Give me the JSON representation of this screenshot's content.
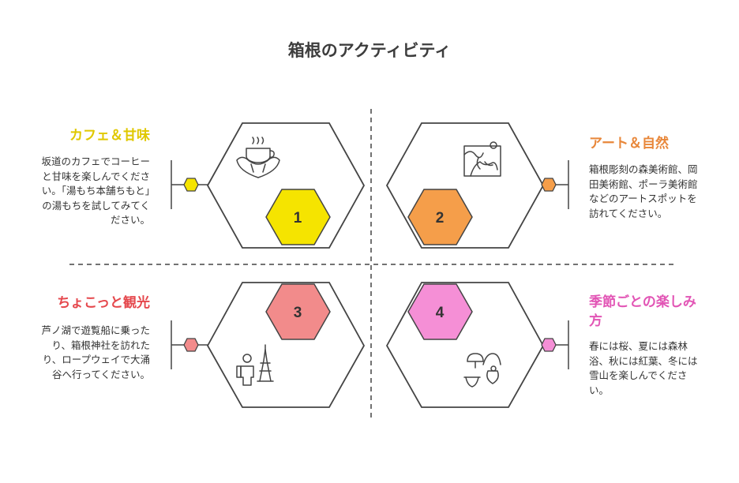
{
  "title": "箱根のアクティビティ",
  "items": [
    {
      "number": "1",
      "heading": "カフェ＆甘味",
      "description": "坂道のカフェでコーヒーと甘味を楽しんでください。「湯もち本舗ちもと」の湯もちを試してみてください。",
      "color": "#f5e400",
      "heading_color": "#e0c800",
      "icon": "coffee-croissant-icon"
    },
    {
      "number": "2",
      "heading": "アート＆自然",
      "description": "箱根彫刻の森美術館、岡田美術館、ポーラ美術館などのアートスポットを訪れてください。",
      "color": "#f59e4a",
      "heading_color": "#e8873a",
      "icon": "landscape-art-icon"
    },
    {
      "number": "3",
      "heading": "ちょこっと観光",
      "description": "芦ノ湖で遊覧船に乗ったり、箱根神社を訪れたり、ロープウェイで大涌谷へ行ってください。",
      "color": "#f28b8b",
      "heading_color": "#e5484d",
      "icon": "hiker-tower-icon"
    },
    {
      "number": "4",
      "heading": "季節ごとの楽しみ方",
      "description": "春には桜、夏には森林浴、秋には紅葉、冬には雪山を楽しんでください。",
      "color": "#f58fd6",
      "heading_color": "#e255b5",
      "icon": "seasonal-scenery-icon"
    }
  ]
}
